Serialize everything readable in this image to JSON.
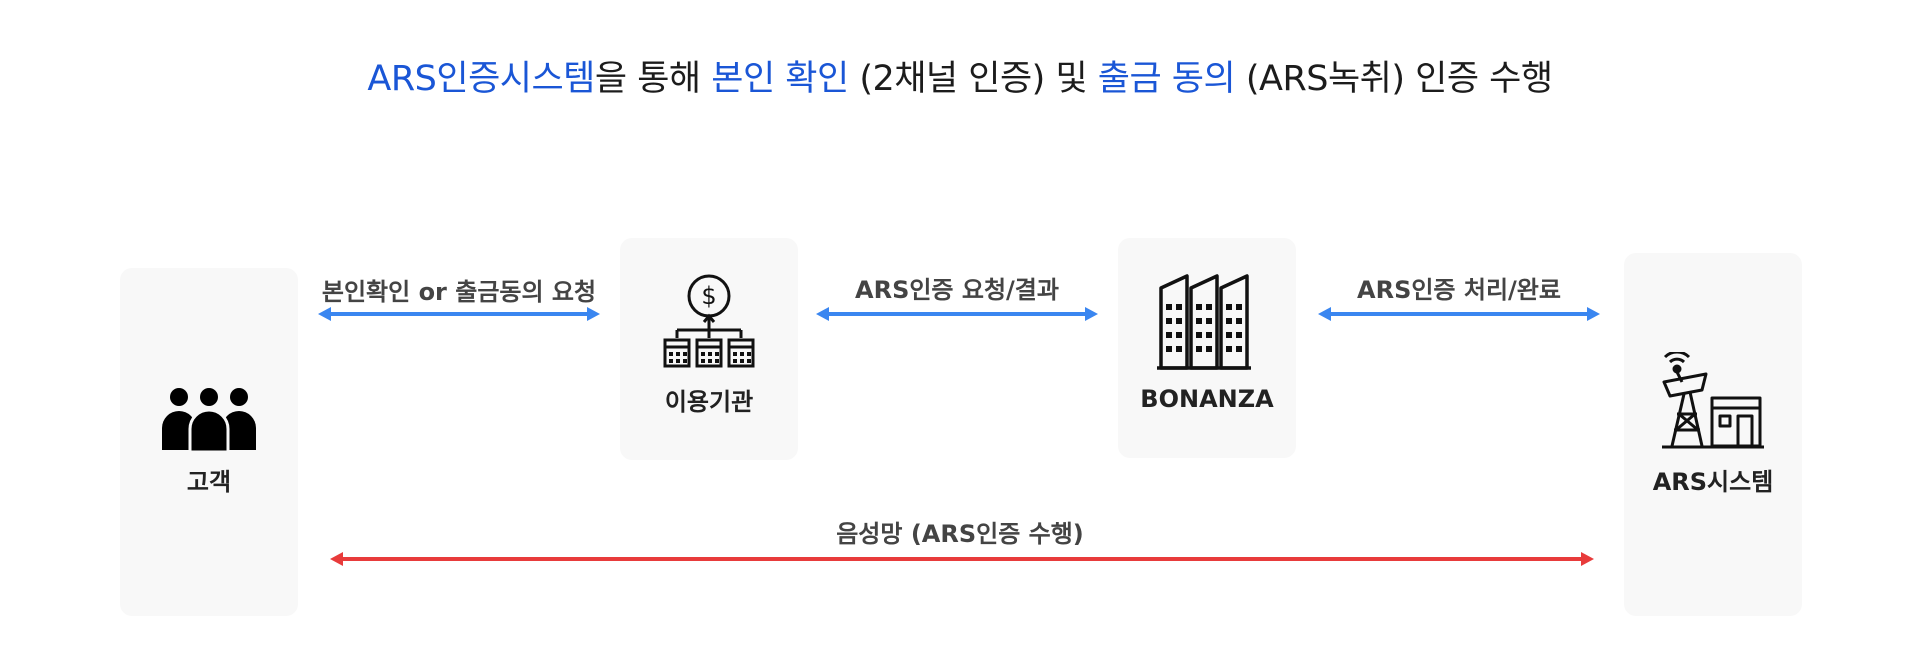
{
  "title": {
    "segments": [
      {
        "text": "ARS인증시스템",
        "highlight": true
      },
      {
        "text": "을 통해 ",
        "highlight": false
      },
      {
        "text": "본인 확인",
        "highlight": true
      },
      {
        "text": " (2채널 인증) 및 ",
        "highlight": false
      },
      {
        "text": "출금 동의",
        "highlight": true
      },
      {
        "text": " (ARS녹취) 인증 수행",
        "highlight": false
      }
    ]
  },
  "nodes": {
    "customer": {
      "label": "고객",
      "icon": "people-icon"
    },
    "institution": {
      "label": "이용기관",
      "icon": "dollar-buildings-icon"
    },
    "bonanza": {
      "label": "BONANZA",
      "icon": "buildings-icon"
    },
    "ars": {
      "label": "ARS시스템",
      "icon": "satellite-tower-icon"
    }
  },
  "edges": {
    "customer_institution": {
      "label": "본인확인 or 출금동의 요청"
    },
    "institution_bonanza": {
      "label": "ARS인증 요청/결과"
    },
    "bonanza_ars": {
      "label": "ARS인증 처리/완료"
    },
    "voice_network": {
      "label": "음성망 (ARS인증 수행)"
    }
  },
  "colors": {
    "highlight": "#1a56d6",
    "arrow_blue": "#3a86f0",
    "arrow_red": "#e83b3b"
  }
}
